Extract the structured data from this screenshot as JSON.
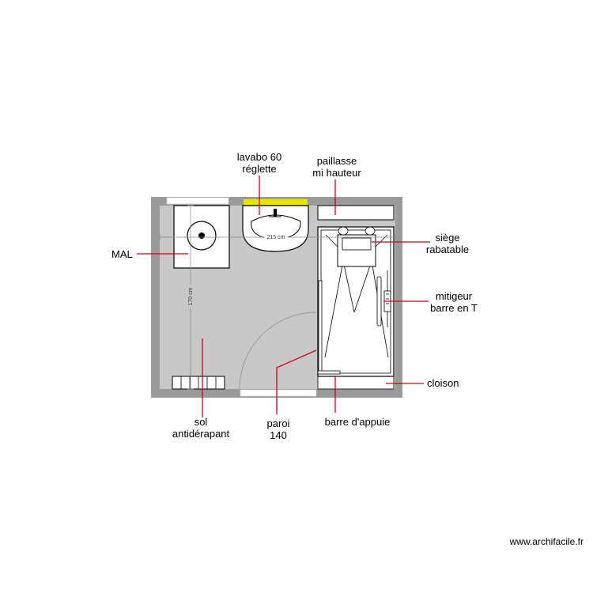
{
  "plan": {
    "dimensions": {
      "width": "215 cm",
      "height": "170 cm"
    },
    "labels": {
      "lavabo_line1": "lavabo 60",
      "lavabo_line2": "réglette",
      "paillasse_line1": "paillasse",
      "paillasse_line2": "mi hauteur",
      "mal": "MAL",
      "siege_line1": "siège",
      "siege_line2": "rabatable",
      "mitigeur_line1": "mitigeur",
      "mitigeur_line2": "barre en T",
      "cloison": "cloison",
      "sol_line1": "sol",
      "sol_line2": "antidérapant",
      "paroi_line1": "paroi",
      "paroi_line2": "140",
      "barre": "barre d'appuie"
    },
    "watermark": "www.archifacile.fr"
  },
  "colors": {
    "wall": "#9a9a9a",
    "floor": "#c8c8c8",
    "annotation": "#d0021b",
    "reglette": "#e6e600"
  }
}
